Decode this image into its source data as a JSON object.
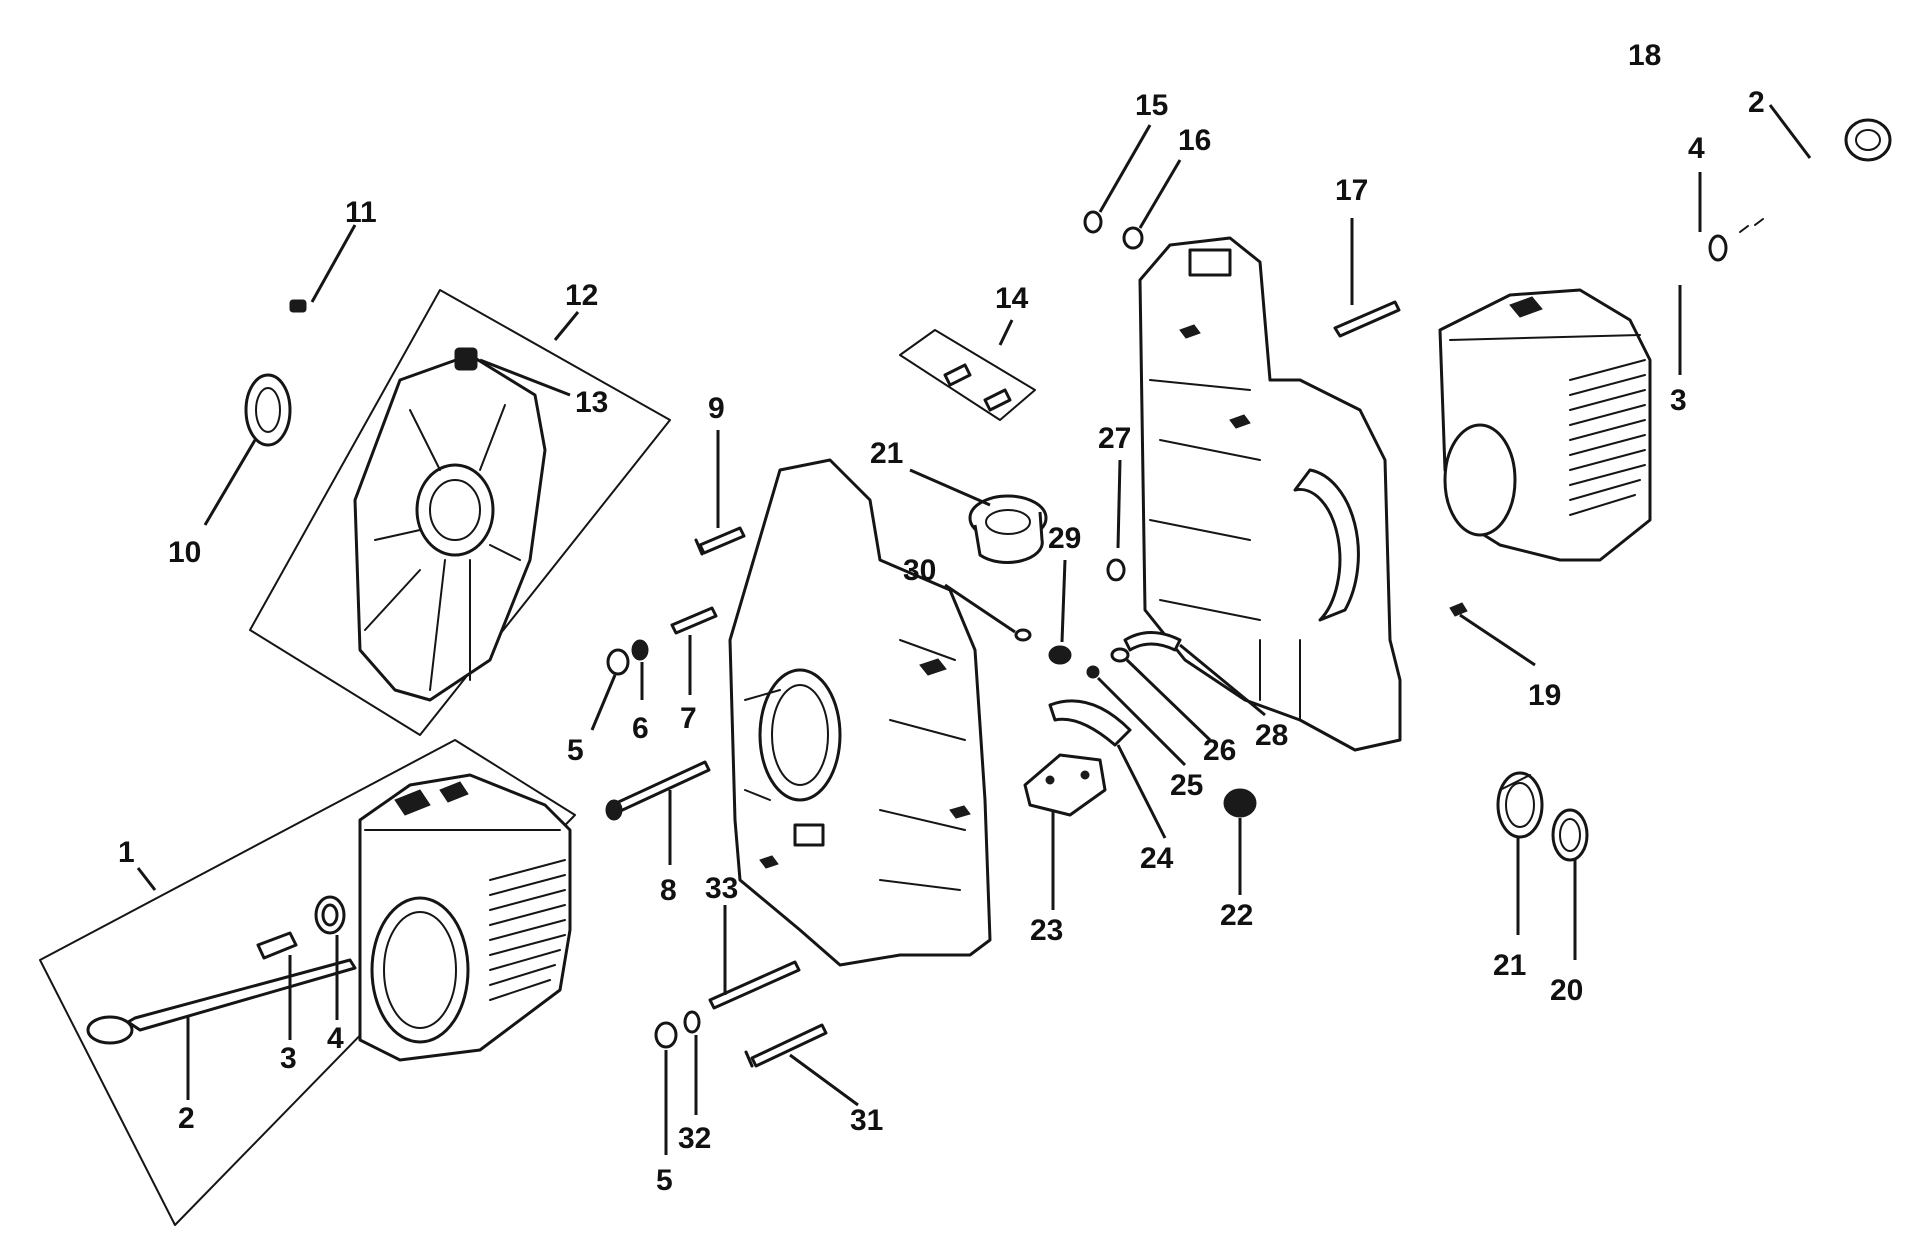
{
  "diagram": {
    "labels": [
      {
        "id": "c1",
        "text": "1"
      },
      {
        "id": "c2a",
        "text": "2"
      },
      {
        "id": "c3a",
        "text": "3"
      },
      {
        "id": "c4a",
        "text": "4"
      },
      {
        "id": "c5a",
        "text": "5"
      },
      {
        "id": "c6",
        "text": "6"
      },
      {
        "id": "c7",
        "text": "7"
      },
      {
        "id": "c8",
        "text": "8"
      },
      {
        "id": "c9",
        "text": "9"
      },
      {
        "id": "c10",
        "text": "10"
      },
      {
        "id": "c11",
        "text": "11"
      },
      {
        "id": "c12",
        "text": "12"
      },
      {
        "id": "c13",
        "text": "13"
      },
      {
        "id": "c14",
        "text": "14"
      },
      {
        "id": "c15",
        "text": "15"
      },
      {
        "id": "c16",
        "text": "16"
      },
      {
        "id": "c17",
        "text": "17"
      },
      {
        "id": "c18",
        "text": "18"
      },
      {
        "id": "c2b",
        "text": "2"
      },
      {
        "id": "c4b",
        "text": "4"
      },
      {
        "id": "c3b",
        "text": "3"
      },
      {
        "id": "c19",
        "text": "19"
      },
      {
        "id": "c20",
        "text": "20"
      },
      {
        "id": "c21a",
        "text": "21"
      },
      {
        "id": "c21b",
        "text": "21"
      },
      {
        "id": "c22",
        "text": "22"
      },
      {
        "id": "c23",
        "text": "23"
      },
      {
        "id": "c24",
        "text": "24"
      },
      {
        "id": "c25",
        "text": "25"
      },
      {
        "id": "c26",
        "text": "26"
      },
      {
        "id": "c27",
        "text": "27"
      },
      {
        "id": "c28",
        "text": "28"
      },
      {
        "id": "c29",
        "text": "29"
      },
      {
        "id": "c30",
        "text": "30"
      },
      {
        "id": "c31",
        "text": "31"
      },
      {
        "id": "c32",
        "text": "32"
      },
      {
        "id": "c33",
        "text": "33"
      },
      {
        "id": "c5b",
        "text": "5"
      }
    ]
  }
}
